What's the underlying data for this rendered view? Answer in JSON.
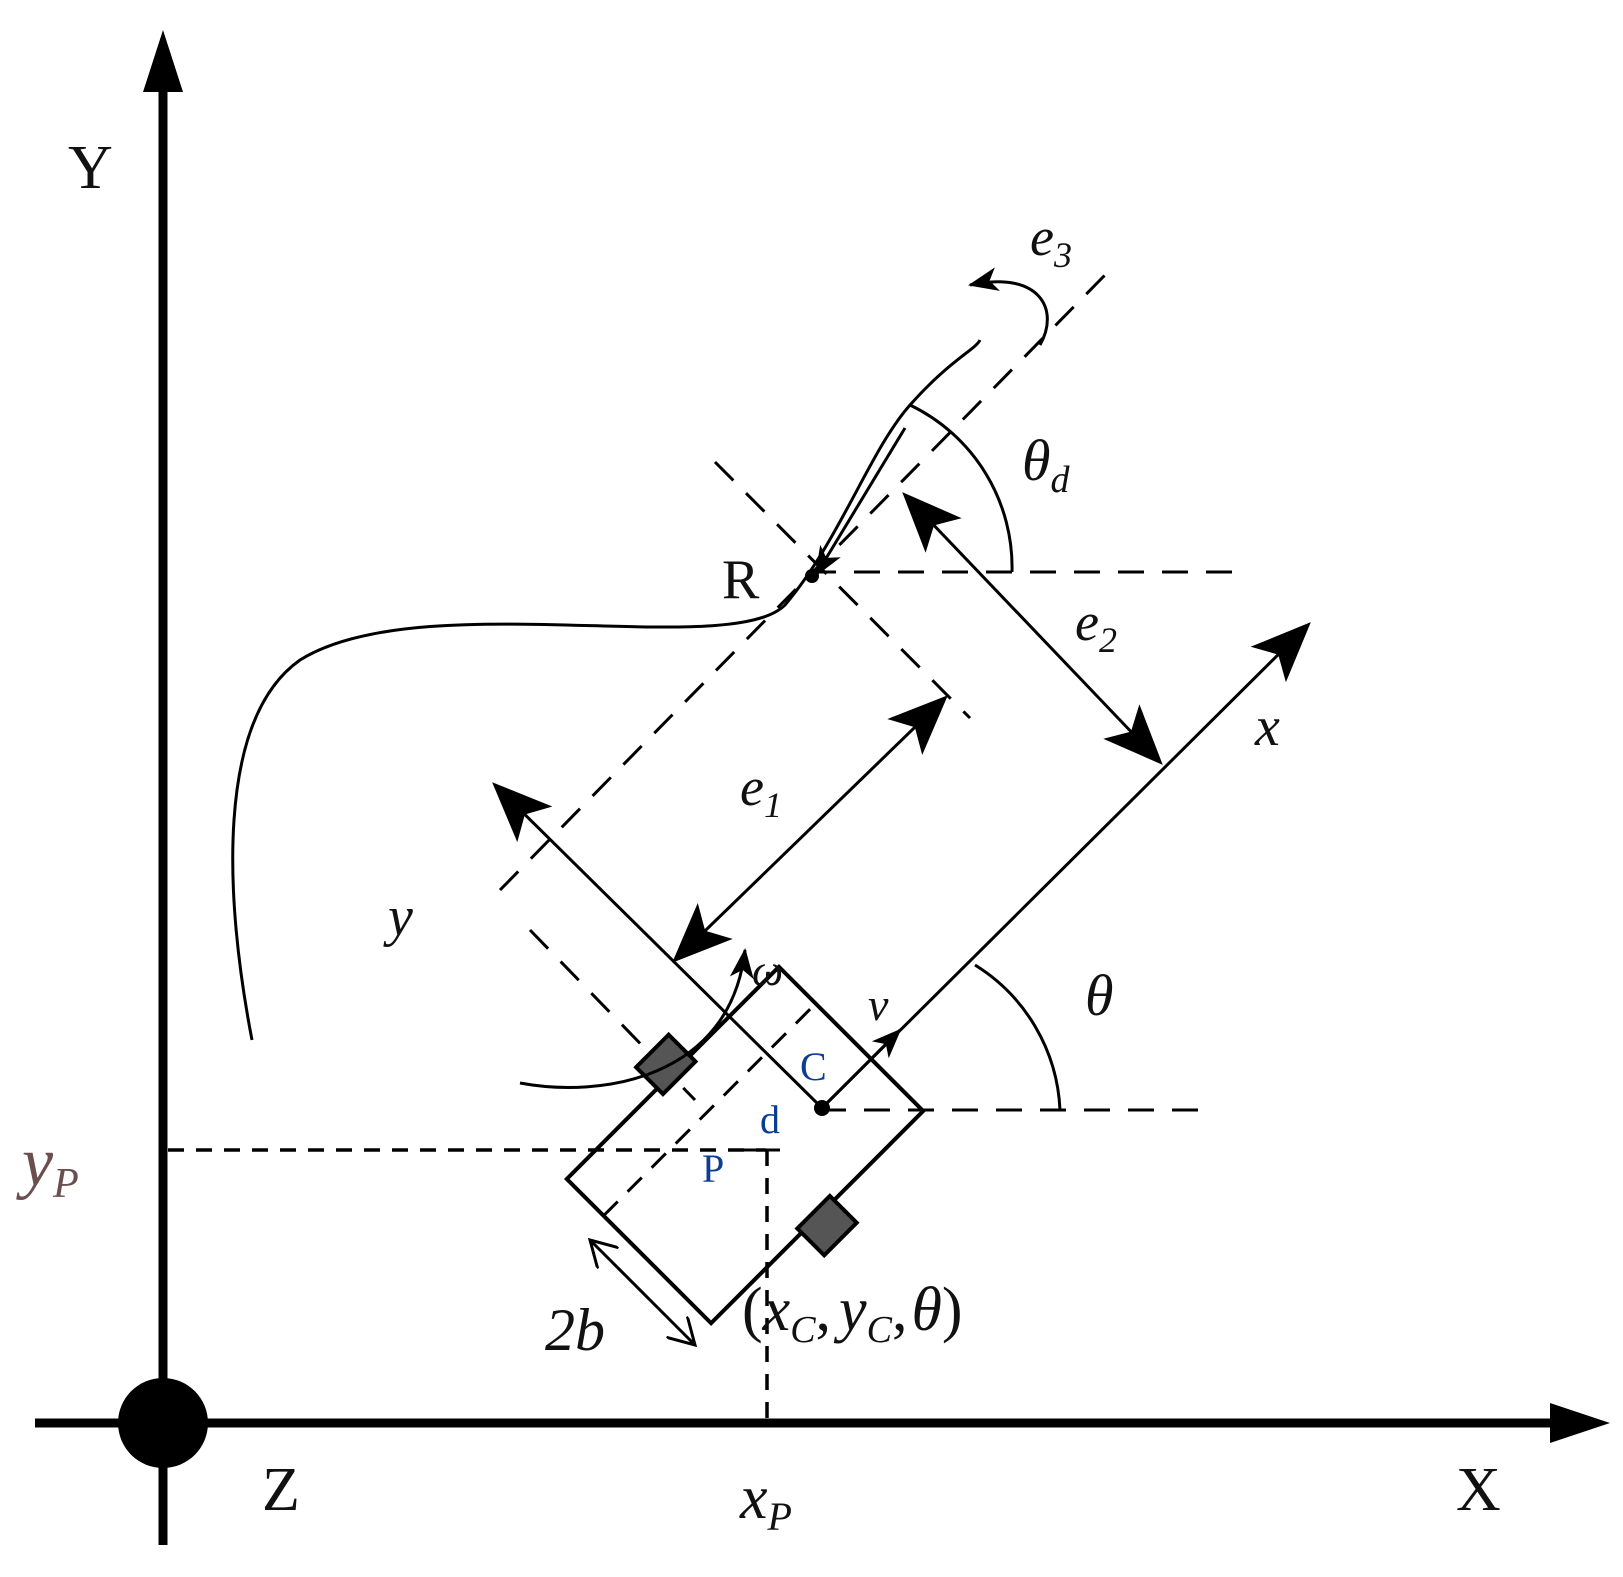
{
  "axes": {
    "x_label": "X",
    "y_label": "Y",
    "z_label": "Z"
  },
  "points": {
    "r_label": "R",
    "c_label": "C",
    "p_label": "P",
    "d_label": "d"
  },
  "robot_frame": {
    "x_label": "x",
    "y_label": "y"
  },
  "errors": {
    "e1": {
      "base": "e",
      "sub": "1"
    },
    "e2": {
      "base": "e",
      "sub": "2"
    },
    "e3": {
      "base": "e",
      "sub": "3"
    }
  },
  "angles": {
    "theta": "θ",
    "theta_d": {
      "base": "θ",
      "sub": "d"
    }
  },
  "velocities": {
    "v": "v",
    "omega": "ω"
  },
  "projections": {
    "xp": {
      "base": "x",
      "sub": "P"
    },
    "yp": {
      "base": "y",
      "sub": "P"
    }
  },
  "width_label": "2b",
  "pose": {
    "open": "(",
    "x": "x",
    "x_sub": "C",
    "comma1": ",",
    "y": "y",
    "y_sub": "C",
    "comma2": ",",
    "theta": "θ",
    "close": ")"
  },
  "colors": {
    "ink": "#000000",
    "wheel": "#555555",
    "point_label": "#0b3d91",
    "yp_label": "#6b4f4f"
  }
}
